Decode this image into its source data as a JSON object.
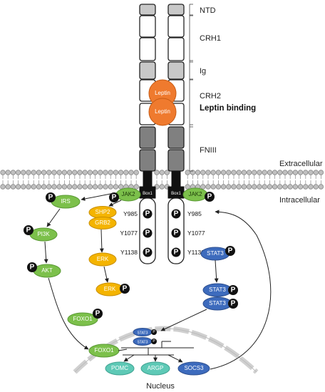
{
  "domains": {
    "ntd": "NTD",
    "crh1": "CRH1",
    "ig": "Ig",
    "crh2": "CRH2",
    "leptin_binding": "Leptin binding",
    "fniii": "FNIII"
  },
  "compartments": {
    "extracellular": "Extracellular",
    "intracellular": "Intracellular",
    "nucleus": "Nucleus"
  },
  "ligand": {
    "label": "Leptin"
  },
  "box1": "Box1",
  "tyrosines": [
    "Y985",
    "Y1077",
    "Y1138"
  ],
  "phospho": "P",
  "molecules": {
    "jak2": "JAK2",
    "irs": "IRS",
    "pi3k": "PI3K",
    "akt": "AKT",
    "shp2": "SHP2",
    "grb2": "GRB2",
    "erk": "ERK",
    "stat3": "STAT3",
    "foxo1": "FOXO1",
    "pomc": "POMC",
    "argp": "ARGP",
    "socs3": "SOCS3"
  },
  "colors": {
    "green": "#7cc04b",
    "yellow": "#f4b400",
    "blue": "#3d6bbd",
    "teal": "#5ec9b6",
    "orange": "#ef7a2e"
  }
}
